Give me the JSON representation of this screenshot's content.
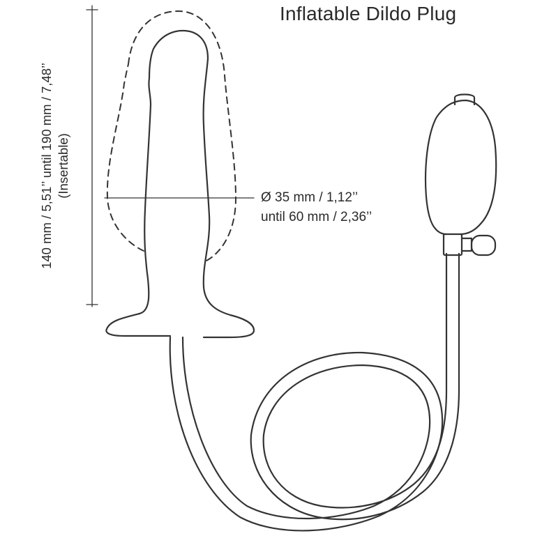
{
  "title": "Inflatable Dildo Plug",
  "diameter": {
    "line1": "Ø 35 mm / 1,12’’",
    "line2": "until 60 mm / 2,36’’"
  },
  "length": {
    "line1": "140 mm / 5,51’’  until 190 mm / 7,48’’",
    "line2": "(Insertable)"
  },
  "colors": {
    "line": "#333333",
    "text": "#2a2a2a",
    "background": "#ffffff"
  }
}
